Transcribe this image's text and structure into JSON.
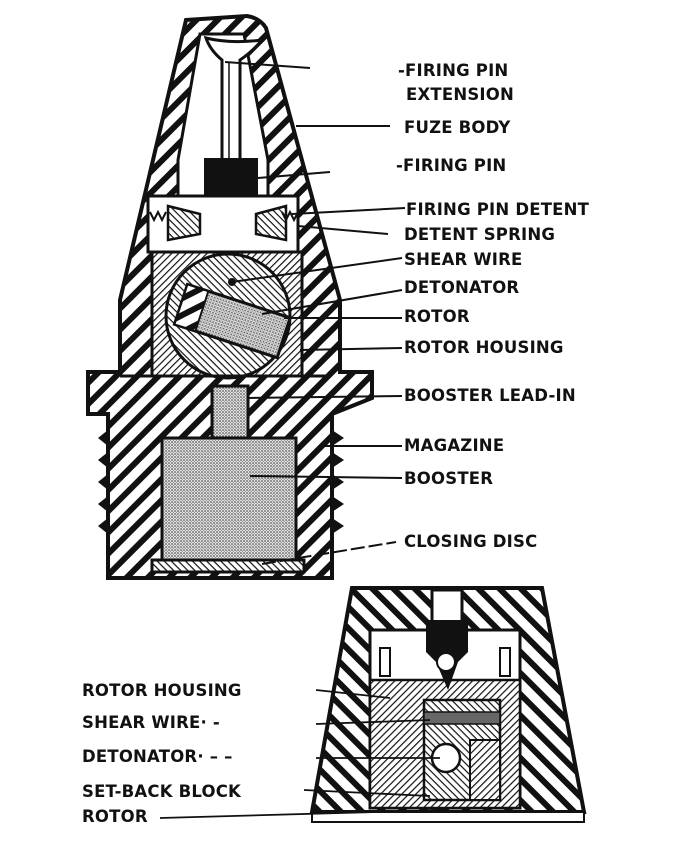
{
  "colors": {
    "ink": "#111111",
    "paper": "#ffffff",
    "stipple": "#9a9a9a"
  },
  "labels_top": {
    "firing_pin_extension_1": "-FIRING PIN",
    "firing_pin_extension_2": "EXTENSION",
    "fuze_body": "FUZE BODY",
    "firing_pin": "-FIRING PIN",
    "firing_pin_detent": "FIRING PIN DETENT",
    "detent_spring": "DETENT SPRING",
    "shear_wire": "SHEAR WIRE",
    "detonator": "DETONATOR",
    "rotor": "ROTOR",
    "rotor_housing": "ROTOR HOUSING",
    "booster_lead_in": "BOOSTER LEAD-IN",
    "magazine": "MAGAZINE",
    "booster": "BOOSTER",
    "closing_disc": "CLOSING DISC"
  },
  "labels_bottom": {
    "rotor_housing": "ROTOR HOUSING",
    "shear_wire": "SHEAR WIRE· -",
    "detonator": "DETONATOR· – –",
    "set_back_block": "SET-BACK BLOCK",
    "rotor": "ROTOR"
  }
}
